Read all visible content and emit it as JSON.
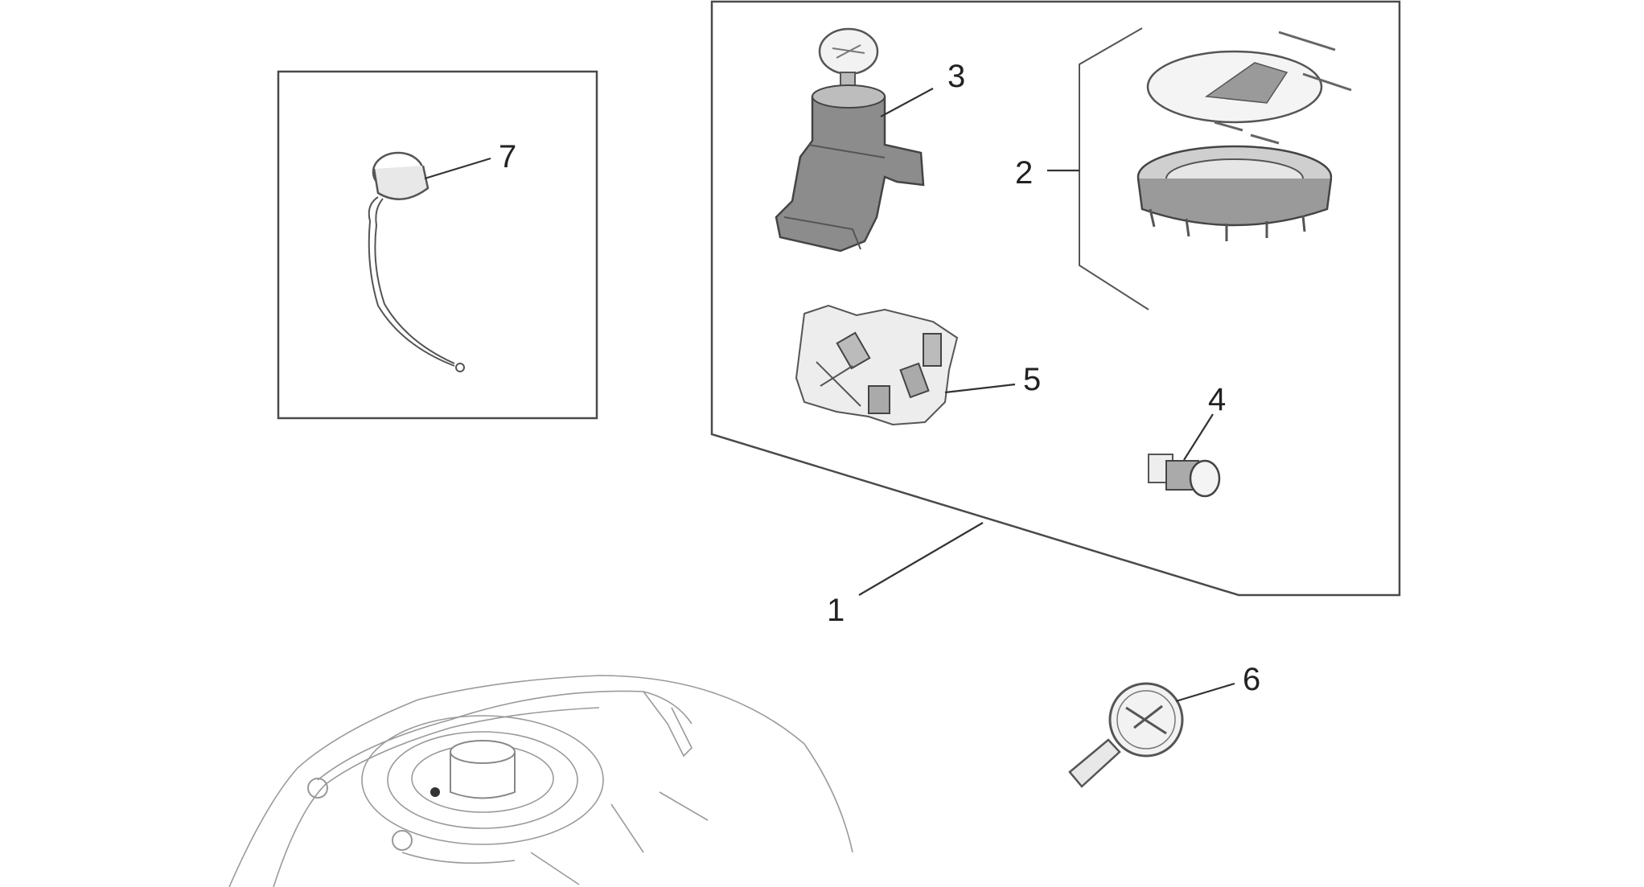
{
  "callouts": [
    {
      "id": "1",
      "label": "1"
    },
    {
      "id": "2",
      "label": "2"
    },
    {
      "id": "3",
      "label": "3"
    },
    {
      "id": "4",
      "label": "4"
    },
    {
      "id": "5",
      "label": "5"
    },
    {
      "id": "6",
      "label": "6"
    },
    {
      "id": "7",
      "label": "7"
    }
  ],
  "parts": [
    {
      "callout": "1",
      "icon": "lock-set-kit-frame"
    },
    {
      "callout": "2",
      "icon": "fuel-cap-icon"
    },
    {
      "callout": "3",
      "icon": "ignition-switch-icon"
    },
    {
      "callout": "4",
      "icon": "lock-cylinder-icon"
    },
    {
      "callout": "5",
      "icon": "screw-bag-icon"
    },
    {
      "callout": "6",
      "icon": "key-icon"
    },
    {
      "callout": "7",
      "icon": "tether-cap-icon"
    }
  ],
  "colors": {
    "line": "#4a4a4a",
    "part_fill": "#8c8c8c",
    "ghost": "#9a9a9a"
  }
}
